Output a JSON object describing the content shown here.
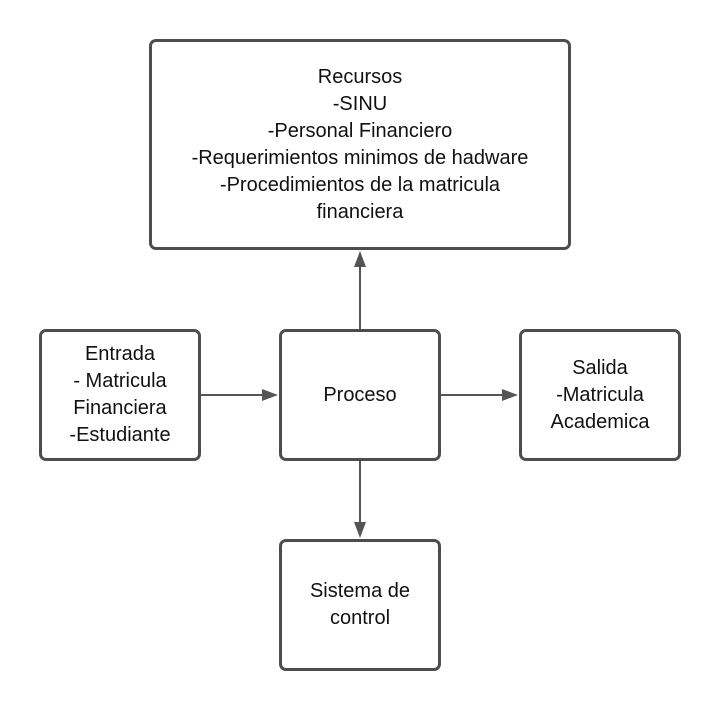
{
  "nodes": {
    "recursos": {
      "lines": [
        "Recursos",
        "-SINU",
        "-Personal Financiero",
        "-Requerimientos minimos de hadware",
        "-Procedimientos de la matricula",
        "financiera"
      ]
    },
    "entrada": {
      "lines": [
        "Entrada",
        "- Matricula",
        "Financiera",
        "-Estudiante"
      ]
    },
    "proceso": {
      "lines": [
        "Proceso"
      ]
    },
    "salida": {
      "lines": [
        "Salida",
        "-Matricula",
        "Academica"
      ]
    },
    "control": {
      "lines": [
        "Sistema de",
        "control"
      ]
    }
  },
  "edges": [
    {
      "from": "proceso",
      "to": "recursos"
    },
    {
      "from": "entrada",
      "to": "proceso"
    },
    {
      "from": "proceso",
      "to": "salida"
    },
    {
      "from": "proceso",
      "to": "control"
    }
  ],
  "colors": {
    "border": "#4d4d4d",
    "arrow": "#555555",
    "text": "#111111"
  }
}
